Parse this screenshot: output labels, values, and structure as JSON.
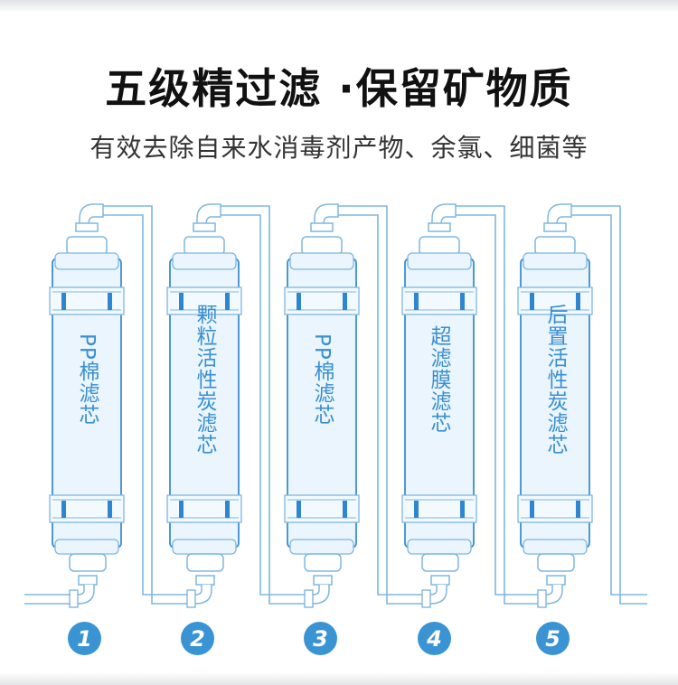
{
  "title": "五级精过滤 ·保留矿物质",
  "subtitle": "有效去除自来水消毒剂产物、余氯、细菌等",
  "colors": {
    "line": "#7fb7e0",
    "dark": "#3a8fd0",
    "fill": "#eaf5fd",
    "badge": "#3a93d3"
  },
  "filters": [
    {
      "number": "1",
      "label": "PP棉滤芯"
    },
    {
      "number": "2",
      "label": "颗粒活性炭滤芯"
    },
    {
      "number": "3",
      "label": "PP棉滤芯"
    },
    {
      "number": "4",
      "label": "超滤膜滤芯"
    },
    {
      "number": "5",
      "label": "后置活性炭滤芯"
    }
  ]
}
